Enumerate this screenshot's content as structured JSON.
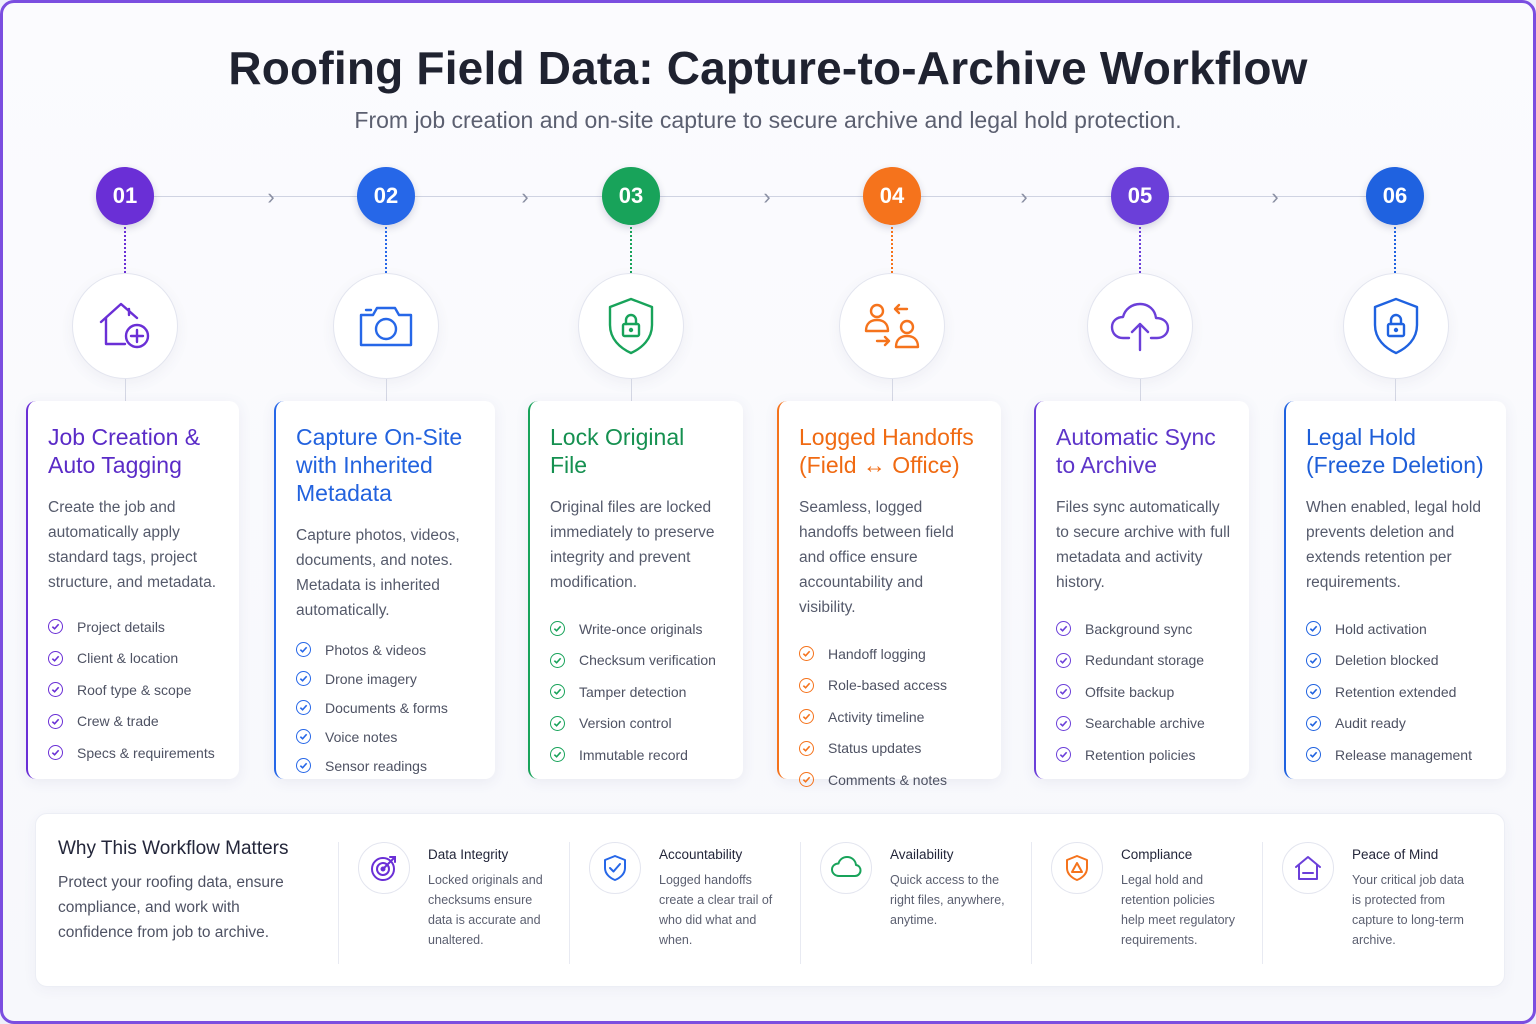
{
  "title": "Roofing Field Data: Capture-to-Archive Workflow",
  "subtitle": "From job creation and on-site capture to secure archive and legal hold protection.",
  "colors": {
    "purple": "#6a2fd6",
    "blue": "#2667e8",
    "green": "#18a35a",
    "orange": "#f5731c",
    "violet": "#6b3fd9",
    "royal": "#1f62e0"
  },
  "steps": [
    {
      "number": "01",
      "icon": "house-plus-icon",
      "title_line1": "Job Creation &",
      "title_line2": "Auto Tagging",
      "title_line3": "",
      "description": "Create the job and automatically apply standard tags, project structure, and metadata.",
      "features": [
        "Project details",
        "Client & location",
        "Roof type & scope",
        "Crew & trade",
        "Specs & requirements"
      ]
    },
    {
      "number": "02",
      "icon": "camera-icon",
      "title_line1": "Capture On-Site",
      "title_line2": "with Inherited",
      "title_line3": "Metadata",
      "description": "Capture photos, videos, documents, and notes. Metadata is inherited automatically.",
      "features": [
        "Photos & videos",
        "Drone imagery",
        "Documents & forms",
        "Voice notes",
        "Sensor readings"
      ]
    },
    {
      "number": "03",
      "icon": "shield-lock-icon",
      "title_line1": "Lock Original",
      "title_line2": "File",
      "title_line3": "",
      "description": "Original files are locked immediately to preserve integrity and prevent modification.",
      "features": [
        "Write-once originals",
        "Checksum verification",
        "Tamper detection",
        "Version control",
        "Immutable record"
      ]
    },
    {
      "number": "04",
      "icon": "users-transfer-icon",
      "title_line1": "Logged Handoffs",
      "title_line2": "(Field ↔ Office)",
      "title_line3": "",
      "description": "Seamless, logged handoffs between field and office ensure accountability and visibility.",
      "features": [
        "Handoff logging",
        "Role-based access",
        "Activity timeline",
        "Status updates",
        "Comments & notes"
      ]
    },
    {
      "number": "05",
      "icon": "cloud-upload-icon",
      "title_line1": "Automatic Sync",
      "title_line2": "to Archive",
      "title_line3": "",
      "description": "Files sync automatically to secure archive with full metadata and activity history.",
      "features": [
        "Background sync",
        "Redundant storage",
        "Offsite backup",
        "Searchable archive",
        "Retention policies"
      ]
    },
    {
      "number": "06",
      "icon": "shield-lock-icon",
      "title_line1": "Legal Hold",
      "title_line2": "(Freeze Deletion)",
      "title_line3": "",
      "description": "When enabled, legal hold prevents deletion and extends retention per requirements.",
      "features": [
        "Hold activation",
        "Deletion blocked",
        "Retention extended",
        "Audit ready",
        "Release management"
      ]
    }
  ],
  "why": {
    "title": "Why This Workflow Matters",
    "text": "Protect your roofing data, ensure compliance, and work with confidence from job to archive."
  },
  "benefits": [
    {
      "icon": "target-icon",
      "title": "Data Integrity",
      "text": "Locked originals and checksums ensure data is accurate and unaltered."
    },
    {
      "icon": "shield-check-icon",
      "title": "Accountability",
      "text": "Logged handoffs create a clear trail of who did what and when."
    },
    {
      "icon": "cloud-icon",
      "title": "Availability",
      "text": "Quick access to the right files, anywhere, anytime."
    },
    {
      "icon": "shield-warning-icon",
      "title": "Compliance",
      "text": "Legal hold and retention policies help meet regulatory requirements."
    },
    {
      "icon": "house-icon",
      "title": "Peace of Mind",
      "text": "Your critical job data is protected from capture to long-term archive."
    }
  ]
}
